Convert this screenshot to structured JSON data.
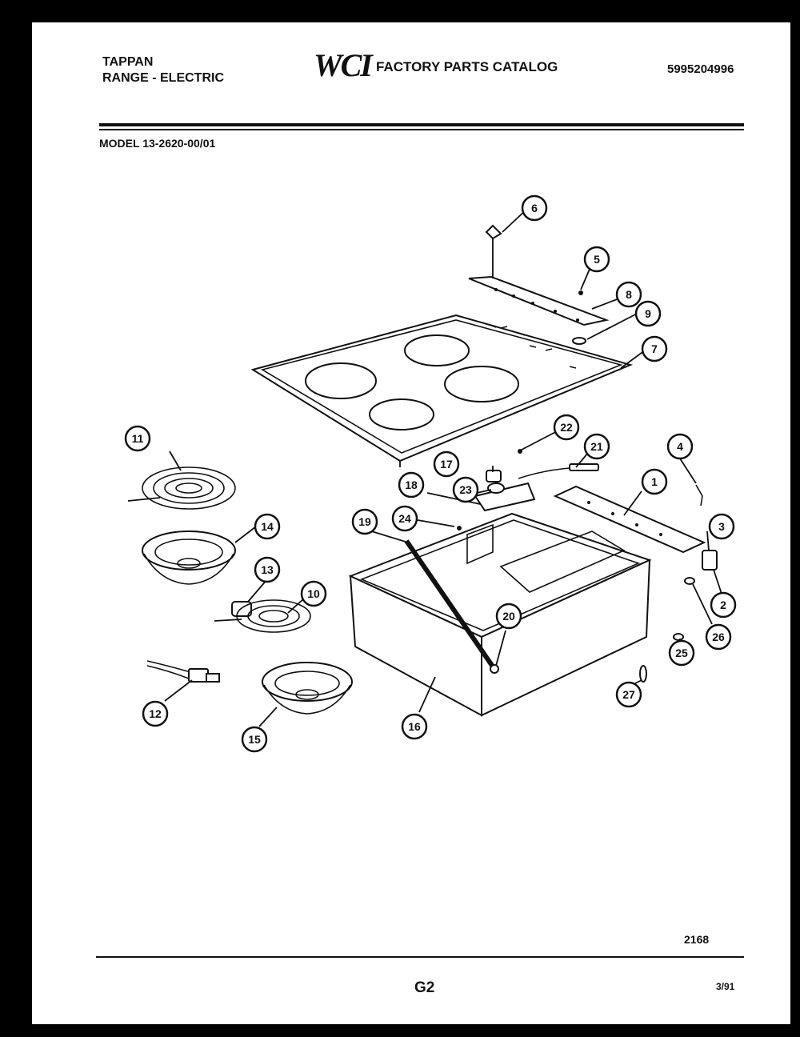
{
  "header": {
    "brand_line1": "TAPPAN",
    "brand_line2": "RANGE - ELECTRIC",
    "logo": "WCI",
    "catalog_title": "FACTORY PARTS CATALOG",
    "catalog_number": "5995204996",
    "model": "MODEL 13-2620-00/01"
  },
  "footer": {
    "diagram_code": "2168",
    "page": "G2",
    "date": "3/91"
  },
  "callouts": [
    "1",
    "2",
    "3",
    "4",
    "5",
    "6",
    "7",
    "8",
    "9",
    "10",
    "11",
    "12",
    "13",
    "14",
    "15",
    "16",
    "17",
    "18",
    "19",
    "20",
    "21",
    "22",
    "23",
    "24",
    "25",
    "26",
    "27"
  ]
}
